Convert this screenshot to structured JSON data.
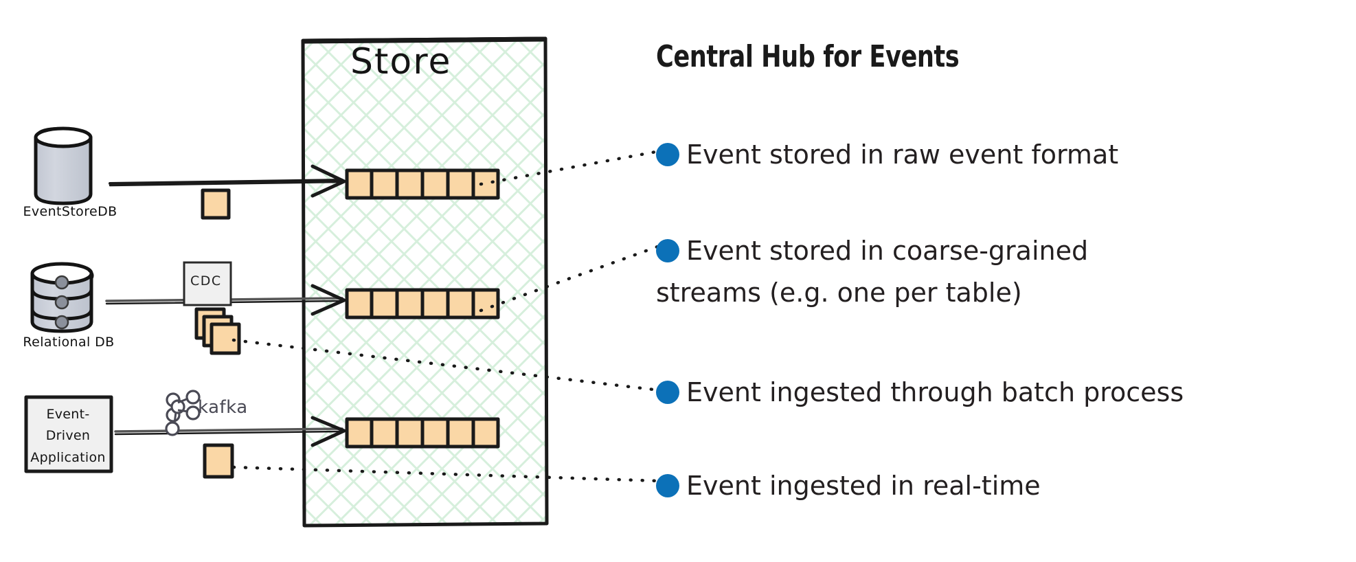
{
  "diagram": {
    "title_of_store": "Store",
    "sources": [
      {
        "id": "eventstoredb",
        "label": "EventStoreDB",
        "icon": "database-cylinder-icon",
        "middleware_label": "",
        "middleware_icon": "event-square-icon"
      },
      {
        "id": "relational-db",
        "label": "Relational DB",
        "icon": "database-stacked-disks-icon",
        "middleware_label": "CDC",
        "middleware_icon": "stacked-events-icon"
      },
      {
        "id": "event-driven-application",
        "label_lines": [
          "Event-",
          "Driven",
          "Application"
        ],
        "icon": "application-box-icon",
        "middleware_label": "kafka",
        "middleware_icon": "kafka-logo-icon"
      }
    ],
    "streams": [
      {
        "id": "stream-raw-events",
        "cells": 6
      },
      {
        "id": "stream-coarse-grained",
        "cells": 6
      },
      {
        "id": "stream-realtime",
        "cells": 6
      }
    ]
  },
  "legend": {
    "title": "Central Hub for Events",
    "items": [
      {
        "text": "Event stored in raw event format",
        "text2": ""
      },
      {
        "text": "Event stored in coarse-grained",
        "text2": "streams (e.g. one per table)"
      },
      {
        "text": "Event ingested through batch process",
        "text2": ""
      },
      {
        "text": "Event ingested in real-time",
        "text2": ""
      }
    ]
  },
  "colors": {
    "bullet_blue": "#0c71b8",
    "event_orange": "#fad7a6",
    "stroke_black": "#1a1a1a",
    "db_gray": "#c8ccd6",
    "box_gray": "#f0f0f0",
    "store_hatch_green": "#d6efdc"
  }
}
